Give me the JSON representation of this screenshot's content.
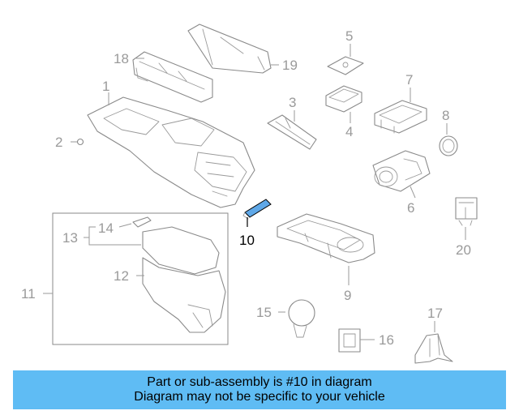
{
  "callouts": {
    "c1": "1",
    "c2": "2",
    "c3": "3",
    "c4": "4",
    "c5": "5",
    "c6": "6",
    "c7": "7",
    "c8": "8",
    "c9": "9",
    "c10": "10",
    "c11": "11",
    "c12": "12",
    "c13": "13",
    "c14": "14",
    "c15": "15",
    "c16": "16",
    "c17": "17",
    "c18": "18",
    "c19": "19",
    "c20": "20"
  },
  "highlight_color": "#5fa8e8",
  "banner": {
    "line1": "Part or sub-assembly is #10 in diagram",
    "line2": "Diagram may not be specific to your vehicle",
    "color": "#5fbcf4"
  }
}
